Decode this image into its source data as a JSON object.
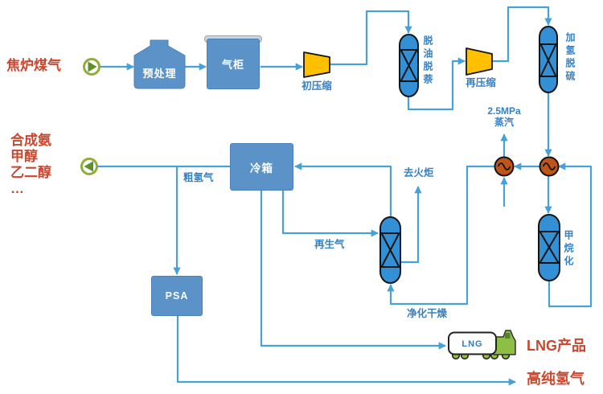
{
  "flow_labels": {
    "feed": "焦炉煤气",
    "left_products": "合成氨\n甲醇\n乙二醇\n…",
    "crude_hydrogen": "粗氢气",
    "regen_gas": "再生气",
    "to_flare": "去火炬",
    "steam": "2.5MPa\n蒸汽",
    "lng_product": "LNG产品",
    "high_purity_hydrogen": "高纯氢气"
  },
  "equipment": {
    "pretreatment": "预处理",
    "gas_holder": "气柜",
    "primary_compressor": "初压缩",
    "oil_naphthalene_removal": "脱油脱萘",
    "recompressor": "再压缩",
    "hydro_desulfurization": "加氢脱硫",
    "methanation": "甲烷化",
    "cold_box": "冷箱",
    "purification_drying": "净化干燥",
    "psa": "PSA",
    "lng_truck_tank": "LNG"
  },
  "colors": {
    "pipe_blue": "#45a1d8",
    "equipment_blue": "#5b93c9",
    "column_blue": "#3390d5",
    "compressor_yellow": "#ffc000",
    "exchanger_orange": "#c0551a",
    "truck_green": "#8cbf44",
    "label_blue": "#3581c4",
    "label_red": "#c9472e"
  }
}
